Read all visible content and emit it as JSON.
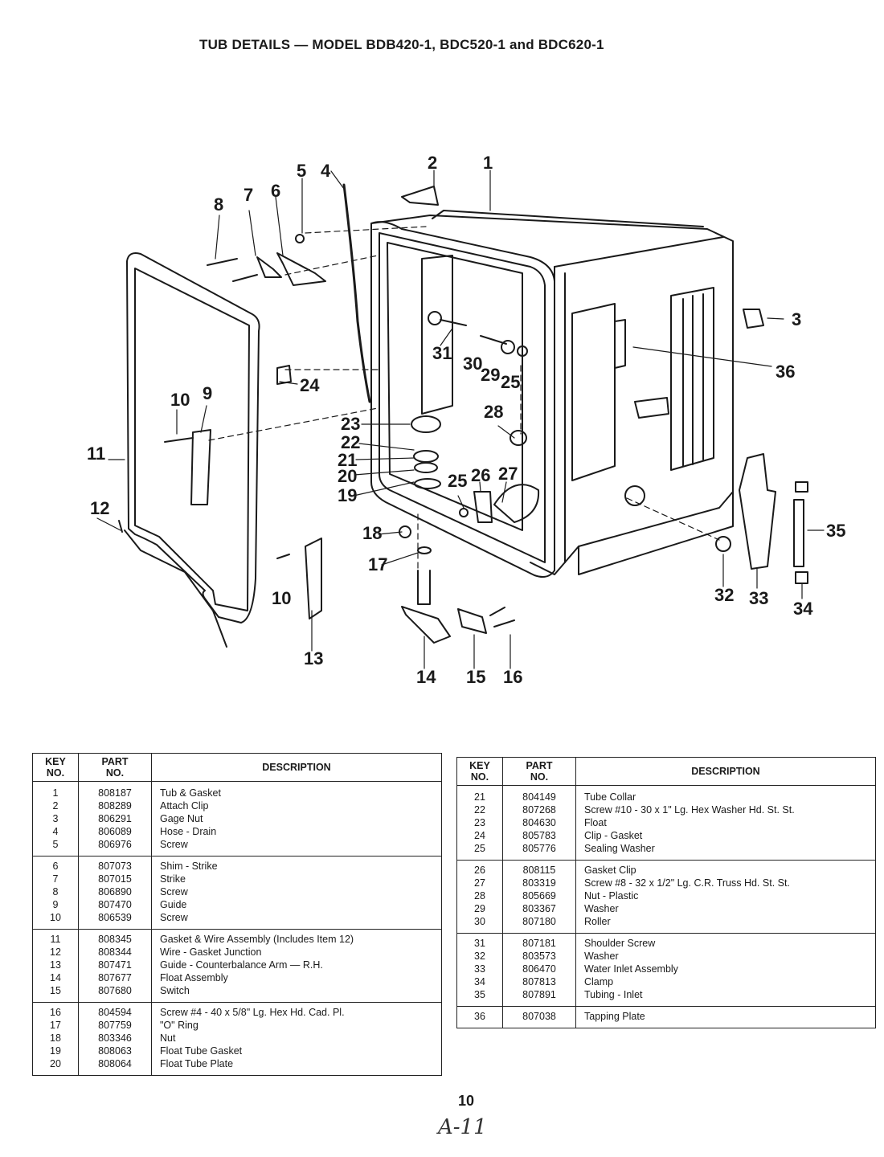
{
  "page": {
    "title": "TUB DETAILS — MODEL BDB420-1, BDC520-1 and BDC620-1",
    "page_number": "10",
    "handwritten_note": "A-11"
  },
  "diagram": {
    "callouts": [
      "1",
      "2",
      "3",
      "4",
      "5",
      "6",
      "7",
      "8",
      "9",
      "10",
      "10",
      "11",
      "12",
      "13",
      "14",
      "15",
      "16",
      "17",
      "18",
      "19",
      "20",
      "21",
      "22",
      "23",
      "24",
      "25",
      "25",
      "26",
      "27",
      "28",
      "29",
      "30",
      "31",
      "32",
      "33",
      "34",
      "35",
      "36"
    ]
  },
  "table_headers": {
    "key": "KEY NO.",
    "part": "PART NO.",
    "description": "DESCRIPTION"
  },
  "parts_left": [
    [
      {
        "key": "1",
        "part": "808187",
        "desc": "Tub & Gasket"
      },
      {
        "key": "2",
        "part": "808289",
        "desc": "Attach Clip"
      },
      {
        "key": "3",
        "part": "806291",
        "desc": "Gage Nut"
      },
      {
        "key": "4",
        "part": "806089",
        "desc": "Hose - Drain"
      },
      {
        "key": "5",
        "part": "806976",
        "desc": "Screw"
      }
    ],
    [
      {
        "key": "6",
        "part": "807073",
        "desc": "Shim - Strike"
      },
      {
        "key": "7",
        "part": "807015",
        "desc": "Strike"
      },
      {
        "key": "8",
        "part": "806890",
        "desc": "Screw"
      },
      {
        "key": "9",
        "part": "807470",
        "desc": "Guide"
      },
      {
        "key": "10",
        "part": "806539",
        "desc": "Screw"
      }
    ],
    [
      {
        "key": "11",
        "part": "808345",
        "desc": "Gasket & Wire Assembly  (Includes Item 12)"
      },
      {
        "key": "12",
        "part": "808344",
        "desc": "Wire - Gasket Junction"
      },
      {
        "key": "13",
        "part": "807471",
        "desc": "Guide - Counterbalance Arm — R.H."
      },
      {
        "key": "14",
        "part": "807677",
        "desc": "Float Assembly"
      },
      {
        "key": "15",
        "part": "807680",
        "desc": "Switch"
      }
    ],
    [
      {
        "key": "16",
        "part": "804594",
        "desc": "Screw #4 - 40 x 5/8\" Lg. Hex Hd. Cad. Pl."
      },
      {
        "key": "17",
        "part": "807759",
        "desc": "\"O\" Ring"
      },
      {
        "key": "18",
        "part": "803346",
        "desc": "Nut"
      },
      {
        "key": "19",
        "part": "808063",
        "desc": "Float Tube Gasket"
      },
      {
        "key": "20",
        "part": "808064",
        "desc": "Float Tube Plate"
      }
    ]
  ],
  "parts_right": [
    [
      {
        "key": "21",
        "part": "804149",
        "desc": "Tube Collar"
      },
      {
        "key": "22",
        "part": "807268",
        "desc": "Screw #10 - 30 x 1\" Lg. Hex Washer Hd. St. St."
      },
      {
        "key": "23",
        "part": "804630",
        "desc": "Float"
      },
      {
        "key": "24",
        "part": "805783",
        "desc": "Clip - Gasket"
      },
      {
        "key": "25",
        "part": "805776",
        "desc": "Sealing Washer"
      }
    ],
    [
      {
        "key": "26",
        "part": "808115",
        "desc": "Gasket Clip"
      },
      {
        "key": "27",
        "part": "803319",
        "desc": "Screw #8 - 32 x 1/2\" Lg. C.R. Truss Hd. St. St."
      },
      {
        "key": "28",
        "part": "805669",
        "desc": "Nut - Plastic"
      },
      {
        "key": "29",
        "part": "803367",
        "desc": "Washer"
      },
      {
        "key": "30",
        "part": "807180",
        "desc": "Roller"
      }
    ],
    [
      {
        "key": "31",
        "part": "807181",
        "desc": "Shoulder Screw"
      },
      {
        "key": "32",
        "part": "803573",
        "desc": "Washer"
      },
      {
        "key": "33",
        "part": "806470",
        "desc": "Water Inlet Assembly"
      },
      {
        "key": "34",
        "part": "807813",
        "desc": "Clamp"
      },
      {
        "key": "35",
        "part": "807891",
        "desc": "Tubing - Inlet"
      }
    ],
    [
      {
        "key": "36",
        "part": "807038",
        "desc": "Tapping Plate"
      }
    ]
  ]
}
